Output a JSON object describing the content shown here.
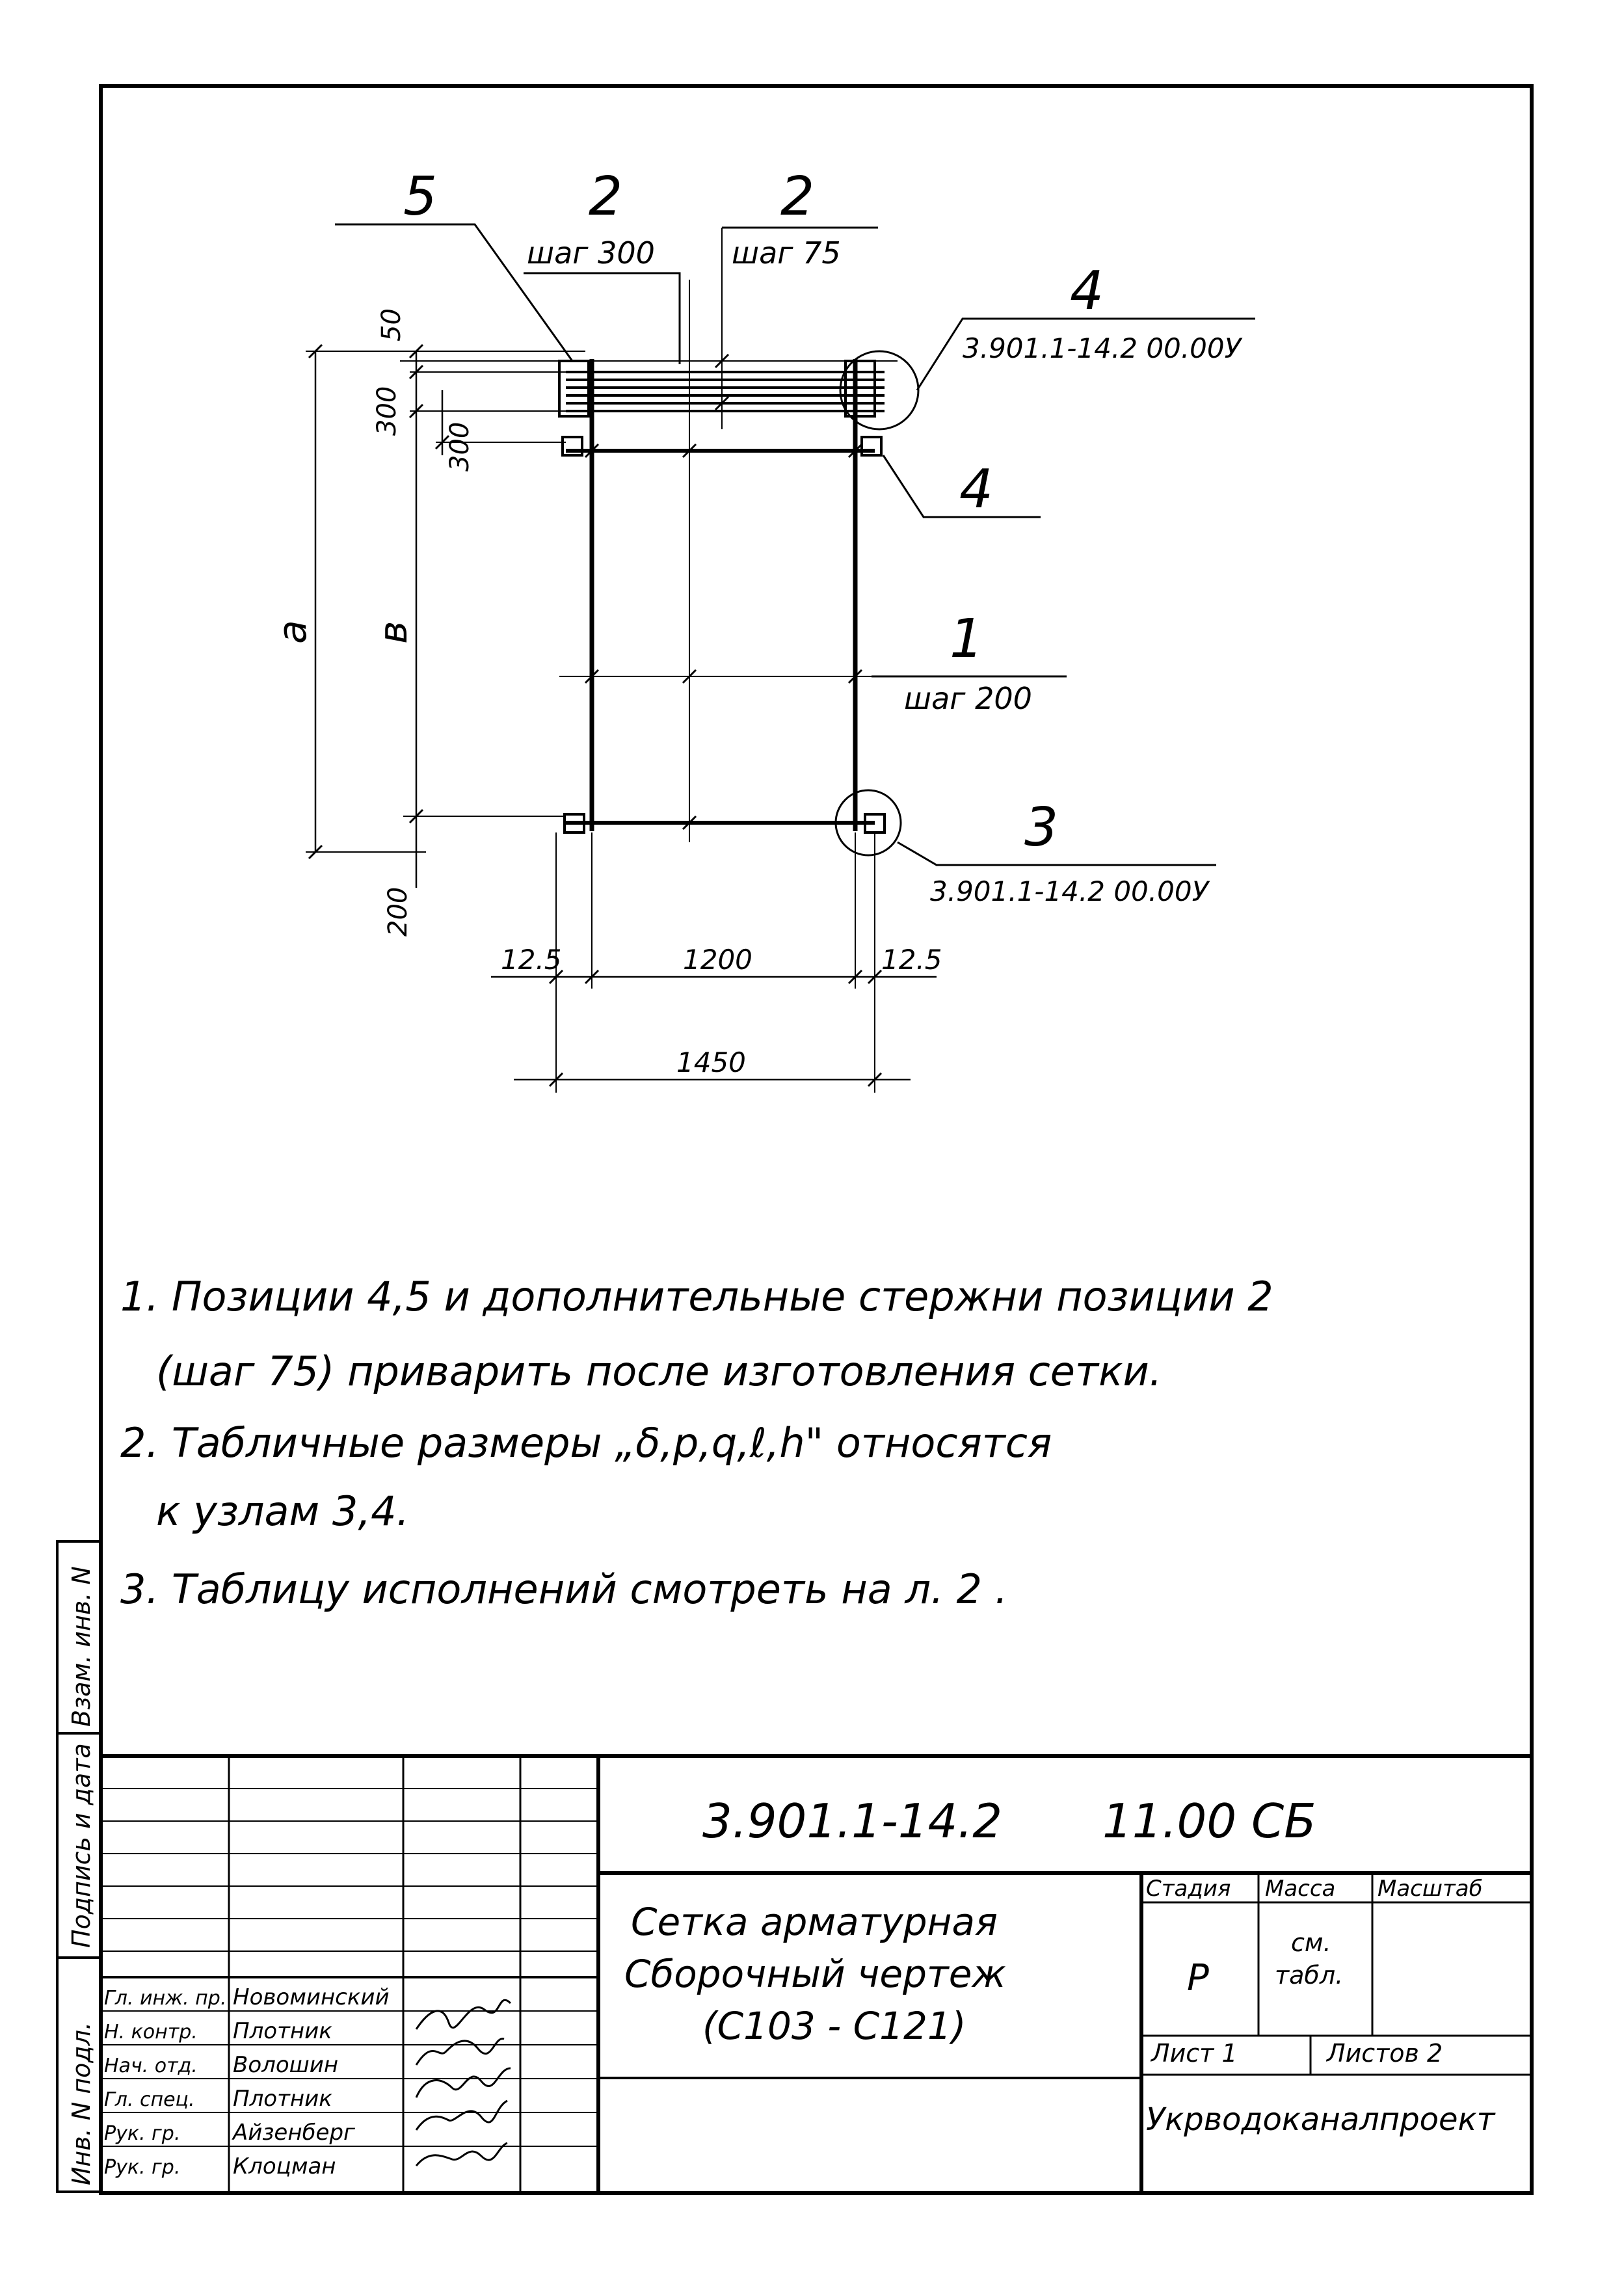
{
  "drawing": {
    "callouts": {
      "pos5": "5",
      "pos2a": "2",
      "pos2a_step": "шаг 300",
      "pos2b": "2",
      "pos2b_step": "шаг 75",
      "pos4a": "4",
      "pos4a_ref": "3.901.1-14.2 00.00У",
      "pos4b": "4",
      "pos1": "1",
      "pos1_step": "шаг 200",
      "pos3": "3",
      "pos3_ref": "3.901.1-14.2 00.00У"
    },
    "dims": {
      "d50": "50",
      "d300a": "300",
      "d300b": "300",
      "a": "a",
      "b": "в",
      "d200": "200",
      "d125a": "12.5",
      "d1200": "1200",
      "d125b": "12.5",
      "d1450": "1450"
    }
  },
  "notes": [
    "1. Позиции 4,5 и дополнительные стержни позиции 2",
    "(шаг 75) приварить после изготовления сетки.",
    "2. Табличные размеры „δ,p,q,ℓ,h\" относятся",
    "к узлам 3,4.",
    "3. Таблицу исполнений смотреть на л. 2 ."
  ],
  "side_stamp": {
    "c1": "Инв. N подл.",
    "c2": "Подпись и дата",
    "c3": "Взам. инв. N"
  },
  "title_block": {
    "doc_code": "3.901.1-14.2",
    "doc_suffix": "11.00 СБ",
    "title_l1": "Сетка арматурная",
    "title_l2": "Сборочный чертеж",
    "title_l3": "(С103 - С121)",
    "stage_h": "Стадия",
    "mass_h": "Масса",
    "scale_h": "Масштаб",
    "stage_v": "Р",
    "mass_v1": "см.",
    "mass_v2": "табл.",
    "sheet": "Лист 1",
    "sheets": "Листов 2",
    "org": "Укрводоканалпроект",
    "signers": [
      {
        "role": "Гл. инж. пр.",
        "name": "Новоминский"
      },
      {
        "role": "Н. контр.",
        "name": "Плотник"
      },
      {
        "role": "Нач. отд.",
        "name": "Волошин"
      },
      {
        "role": "Гл. спец.",
        "name": "Плотник"
      },
      {
        "role": "Рук. гр.",
        "name": "Айзенберг"
      },
      {
        "role": "Рук. гр.",
        "name": "Клоцман"
      }
    ]
  }
}
